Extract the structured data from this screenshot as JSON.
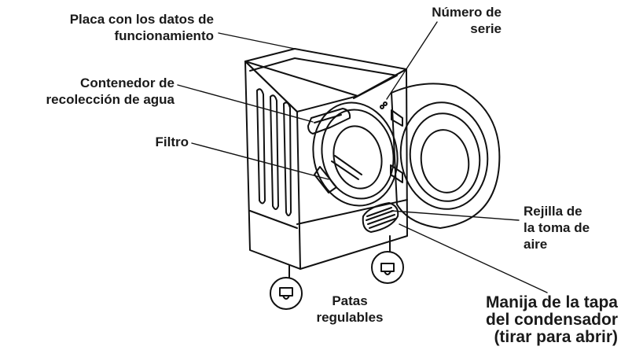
{
  "labels": {
    "placa": "Placa con los datos de\nfuncionamiento",
    "numero_serie": "Número de\nserie",
    "contenedor": "Contenedor de\nrecolección de agua",
    "filtro": "Filtro",
    "rejilla": "Rejilla de\nla toma de\naire",
    "patas": "Patas\nregulables",
    "manija": "Manija de la tapa\ndel condensador\n(tirar para abrir)"
  }
}
